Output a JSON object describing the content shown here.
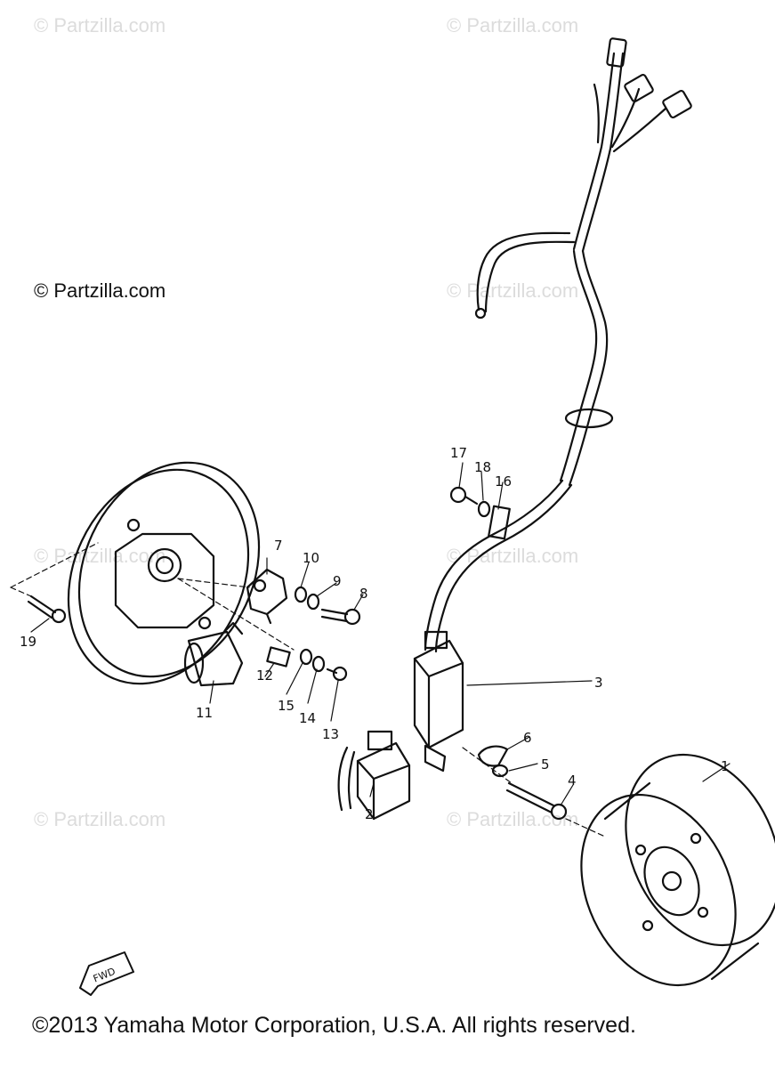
{
  "watermarks": {
    "top_left": "© Partzilla.com",
    "top_right": "© Partzilla.com",
    "mid_left": "© Partzilla.com",
    "mid_right": "© Partzilla.com",
    "low_left": "© Partzilla.com",
    "low_right": "© Partzilla.com",
    "bottom_left": "© Partzilla.com",
    "bottom_right": "© Partzilla.com"
  },
  "copyright": "©2013 Yamaha Motor Corporation, U.S.A. All rights reserved.",
  "direction_label": "FWD",
  "callouts": [
    "1",
    "2",
    "3",
    "4",
    "5",
    "6",
    "7",
    "8",
    "9",
    "10",
    "11",
    "12",
    "13",
    "14",
    "15",
    "16",
    "17",
    "18",
    "19"
  ],
  "colors": {
    "ink": "#111111",
    "watermark": "#dcdcdc",
    "background": "#ffffff"
  }
}
